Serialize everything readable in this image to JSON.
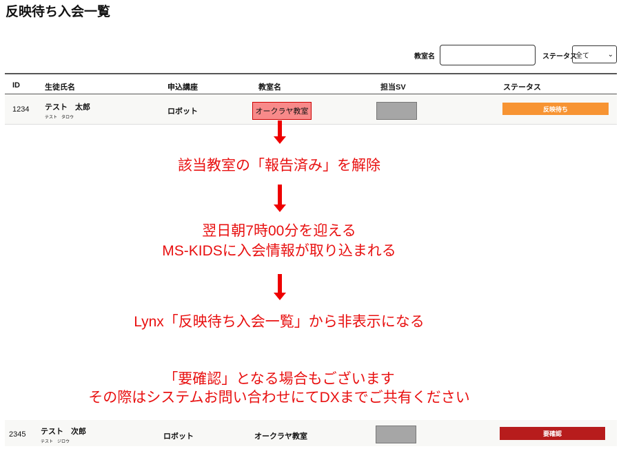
{
  "title": "反映待ち入会一覧",
  "filters": {
    "classroom_label": "教室名",
    "classroom_value": "",
    "status_label": "ステータス",
    "status_value": "全て"
  },
  "table": {
    "headers": [
      "ID",
      "生徒氏名",
      "申込講座",
      "教室名",
      "担当SV",
      "ステータス"
    ],
    "rows": [
      {
        "id": "1234",
        "name": "テスト　太郎",
        "kana": "テスト　タロウ",
        "course": "ロボット",
        "classroom": "オークラヤ教室",
        "status": "反映待ち",
        "status_color": "#f79433"
      },
      {
        "id": "2345",
        "name": "テスト　次郎",
        "kana": "テスト　ジロウ",
        "course": "ロボット",
        "classroom": "オークラヤ教室",
        "status": "要確認",
        "status_color": "#b71c1c"
      }
    ]
  },
  "notes": {
    "step1": "該当教室の「報告済み」を解除",
    "step2_line1": "翌日朝7時00分を迎える",
    "step2_line2": "MS-KIDSに入会情報が取り込まれる",
    "step3": "Lynx「反映待ち入会一覧」から非表示になる",
    "caution_line1": "「要確認」となる場合もございます",
    "caution_line2": "その際はシステムお問い合わせにてDXまでご共有ください"
  }
}
